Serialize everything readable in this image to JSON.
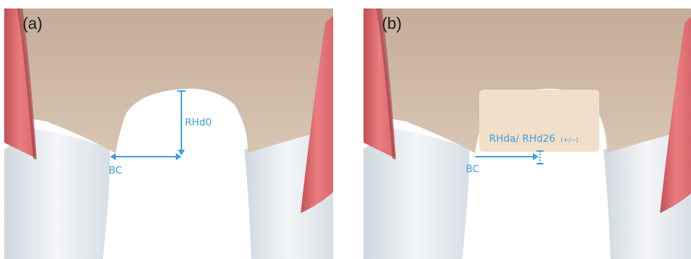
{
  "figure": {
    "panels": [
      {
        "label": "(a)",
        "annotations": {
          "vertical_label": "RHd0",
          "horizontal_label": "BC"
        }
      },
      {
        "label": "(b)",
        "annotations": {
          "box_label": "RHda/ RHd26",
          "box_suffix": "(+/−)",
          "horizontal_label": "BC"
        }
      }
    ],
    "colors": {
      "bone": "#ccb8a5",
      "gingiva": "#e26f72",
      "gingiva_dark": "#b64a50",
      "tooth": "#e8edf1",
      "annotation_blue": "#3aa0e0",
      "augmentation_block": "#f2dfc9"
    }
  }
}
